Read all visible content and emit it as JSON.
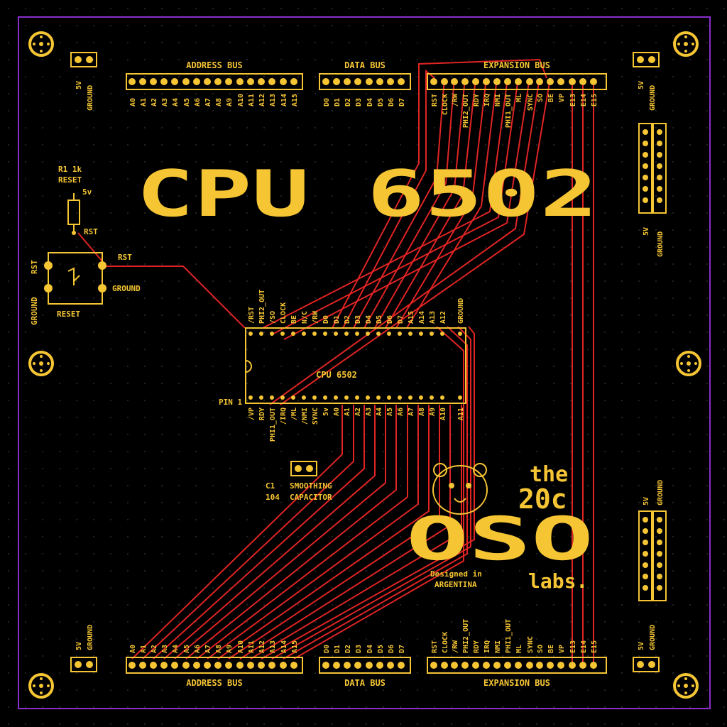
{
  "board": {
    "title": "CPU 6502",
    "chip_label": "CPU 6502",
    "pin1_label": "PIN 1",
    "colors": {
      "background": "#000000",
      "silkscreen": "#f5c534",
      "trace": "#e02424",
      "outline": "#8b2fc9"
    }
  },
  "headers": {
    "top_address": {
      "title": "ADDRESS BUS",
      "pins": [
        "A0",
        "A1",
        "A2",
        "A3",
        "A4",
        "A5",
        "A6",
        "A7",
        "A8",
        "A9",
        "A10",
        "A11",
        "A12",
        "A13",
        "A14",
        "A15"
      ]
    },
    "top_data": {
      "title": "DATA BUS",
      "pins": [
        "D0",
        "D1",
        "D2",
        "D3",
        "D4",
        "D5",
        "D6",
        "D7"
      ]
    },
    "top_expansion": {
      "title": "EXPANSION BUS",
      "pins": [
        "RST",
        "CLOCK",
        "/RW",
        "PHI2_OUT",
        "RDY",
        "IRQ",
        "NMI",
        "PHI1_OUT",
        "ML",
        "SYNC",
        "SO",
        "BE",
        "VP",
        "E13",
        "E14",
        "E15"
      ]
    },
    "bottom_address": {
      "title": "ADDRESS BUS",
      "pins": [
        "A0",
        "A1",
        "A2",
        "A3",
        "A4",
        "A5",
        "A6",
        "A7",
        "A8",
        "A9",
        "A10",
        "A11",
        "A12",
        "A13",
        "A14",
        "A15"
      ]
    },
    "bottom_data": {
      "title": "DATA BUS",
      "pins": [
        "D0",
        "D1",
        "D2",
        "D3",
        "D4",
        "D5",
        "D6",
        "D7"
      ]
    },
    "bottom_expansion": {
      "title": "EXPANSION BUS",
      "pins": [
        "RST",
        "CLOCK",
        "/RW",
        "PHI2_OUT",
        "RDY",
        "IRQ",
        "NMI",
        "PHI1_OUT",
        "ML",
        "SYNC",
        "SO",
        "BE",
        "VP",
        "E13",
        "E14",
        "E15"
      ]
    }
  },
  "power": {
    "v5": "5V",
    "ground": "GROUND"
  },
  "reset_circuit": {
    "resistor": "R1 1k",
    "resistor_name": "RESET",
    "v5": "5v",
    "rst": "RST",
    "switch_rst": "RST",
    "switch_ground": "GROUND",
    "left_ground": "GROUND",
    "left_rst": "RST",
    "switch_name": "RESET"
  },
  "cpu_pins": {
    "top": [
      "/RST",
      "PHI2_OUT",
      "/SO",
      "CLOCK",
      "BE",
      "N/C",
      "/RW",
      "D0",
      "D1",
      "D2",
      "D3",
      "D4",
      "D5",
      "D6",
      "D7",
      "A15",
      "A14",
      "A13",
      "A12",
      "GROUND"
    ],
    "bottom": [
      "/VP",
      "RDY",
      "PHI1_OUT",
      "/IRQ",
      "/ML",
      "/NMI",
      "SYNC",
      "5v",
      "A0",
      "A1",
      "A2",
      "A3",
      "A4",
      "A5",
      "A6",
      "A7",
      "A8",
      "A9",
      "A10",
      "A11"
    ]
  },
  "capacitor": {
    "ref": "C1",
    "value": "104",
    "line1": "SMOOTHING",
    "line2": "CAPACITOR"
  },
  "logo": {
    "the": "the",
    "brand": "20c",
    "big": "OSO",
    "labs": "labs.",
    "designed": "Designed in",
    "place": "ARGENTINA"
  }
}
